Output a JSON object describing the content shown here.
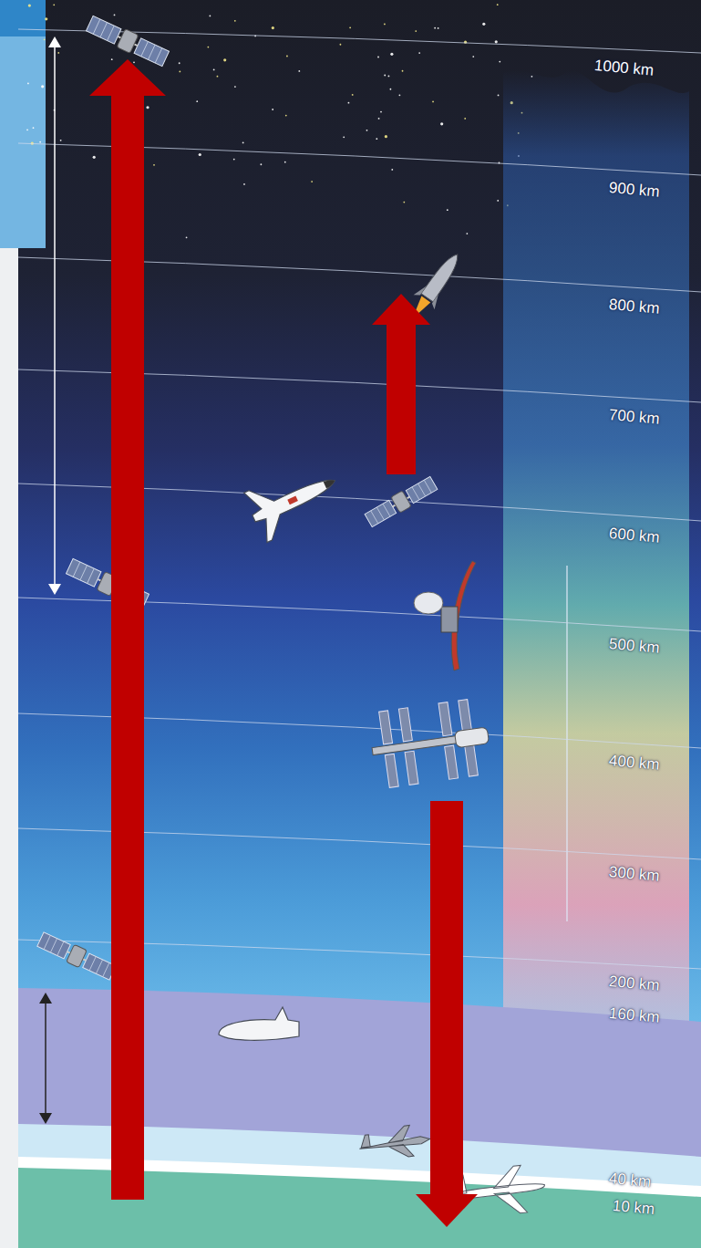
{
  "diagram": {
    "labels": [
      "1000 km",
      "900 km",
      "800 km",
      "700 km",
      "600 km",
      "500 km",
      "400 km",
      "300 km",
      "200 km",
      "160 km",
      "40 km",
      "10 km"
    ]
  }
}
